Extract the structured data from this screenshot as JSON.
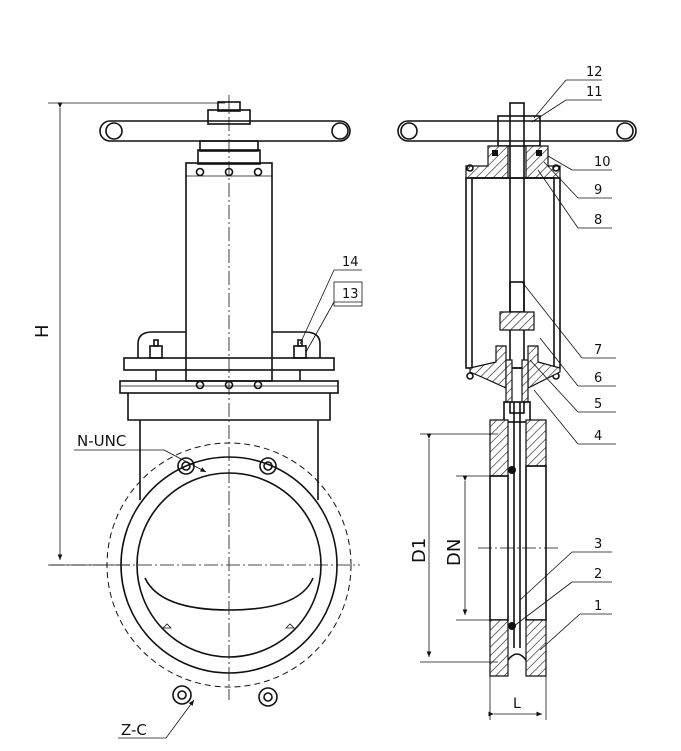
{
  "dimensions": {
    "height": "H",
    "bolt_spec": "N-UNC",
    "chamfer": "Z-C",
    "flange_diameter": "D1",
    "nominal_diameter": "DN",
    "length": "L"
  },
  "callouts": [
    "1",
    "2",
    "3",
    "4",
    "5",
    "6",
    "7",
    "8",
    "9",
    "10",
    "11",
    "12",
    "13",
    "14"
  ]
}
